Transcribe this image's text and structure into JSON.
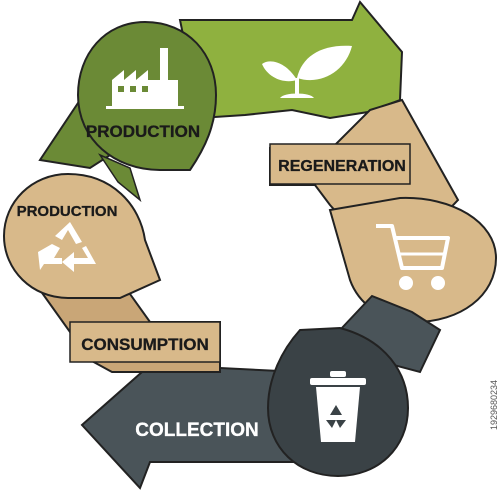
{
  "diagram": {
    "colors": {
      "green_dark": "#6b8a36",
      "green_light": "#8fb13f",
      "tan": "#d8b98a",
      "tan_dark": "#c9a677",
      "slate": "#4a5459",
      "slate_dark": "#3a4246",
      "outline": "#222222",
      "icon": "#ffffff"
    },
    "stages": [
      {
        "id": "production-top",
        "label": "PRODUCTION",
        "icon": "factory-icon"
      },
      {
        "id": "regeneration",
        "label": "REGENERATION",
        "icon": "sprout-icon"
      },
      {
        "id": "consumption-cart",
        "label": "",
        "icon": "shopping-cart-icon"
      },
      {
        "id": "collection",
        "label": "COLLECTION",
        "icon": "recycle-bin-icon"
      },
      {
        "id": "consumption",
        "label": "CONSUMPTION",
        "icon": ""
      },
      {
        "id": "production-left",
        "label": "PRODUCTION",
        "icon": "recycle-icon"
      }
    ],
    "stock_id": "1929680234"
  }
}
